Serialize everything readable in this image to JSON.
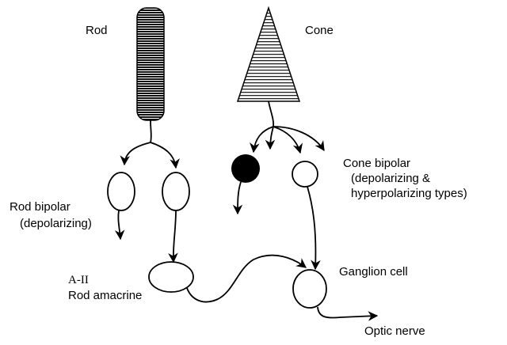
{
  "labels": {
    "rod": "Rod",
    "cone": "Cone",
    "rod_bipolar": "Rod bipolar",
    "rod_bipolar_type": "(depolarizing)",
    "cone_bipolar": "Cone bipolar",
    "cone_bipolar_type_1": "(depolarizing &",
    "cone_bipolar_type_2": "hyperpolarizing types)",
    "amacrine_1": "A-II",
    "amacrine_2": "Rod amacrine",
    "ganglion": "Ganglion cell",
    "optic_nerve": "Optic nerve"
  }
}
